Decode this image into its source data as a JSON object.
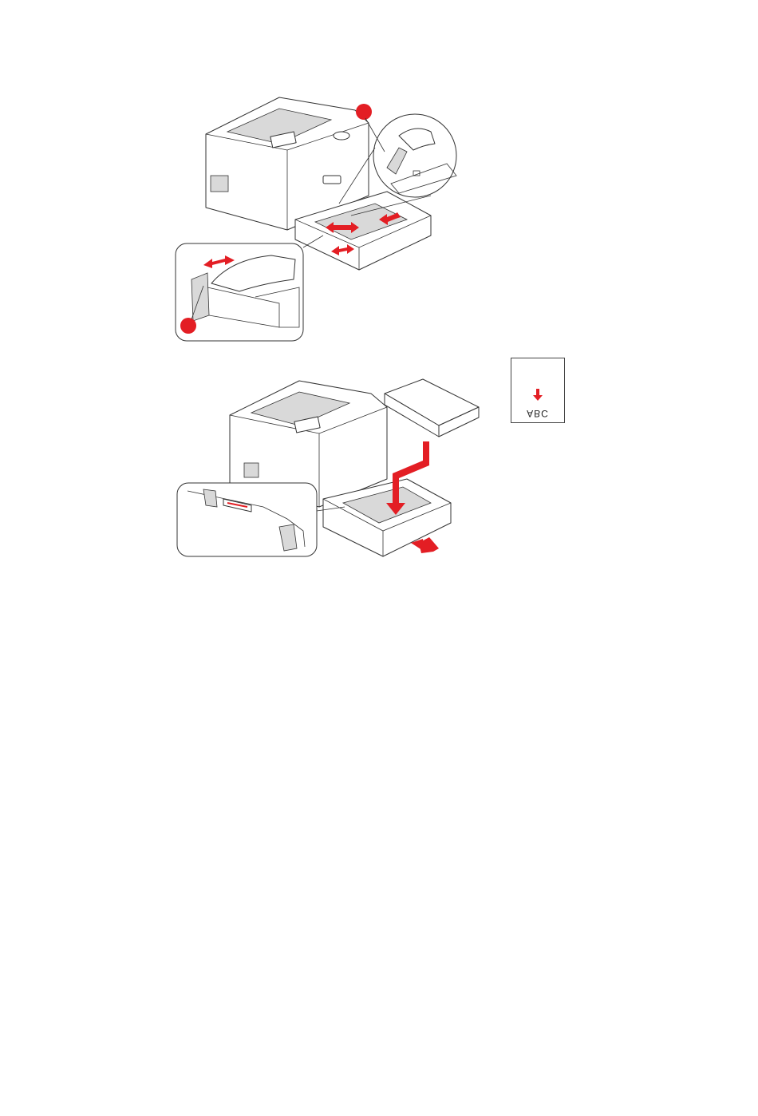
{
  "figures": [
    {
      "id": "paper-guides-figure",
      "callouts": [
        "",
        ""
      ]
    },
    {
      "id": "load-paper-figure"
    }
  ],
  "orientation_card": {
    "text": "ABC"
  },
  "colors": {
    "accent": "#e31e24",
    "line": "#333333",
    "fill": "#ffffff",
    "shade": "#d9d9d9"
  },
  "icons": [
    "double-arrow-icon",
    "down-arrow-icon",
    "push-arrow-icon",
    "callout-marker-icon"
  ]
}
